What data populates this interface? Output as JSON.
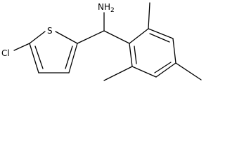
{
  "molecule": {
    "labels": {
      "cl": "Cl",
      "s": "S",
      "nh2_n": "N",
      "nh2_h": "H",
      "nh2_sub": "2"
    }
  }
}
